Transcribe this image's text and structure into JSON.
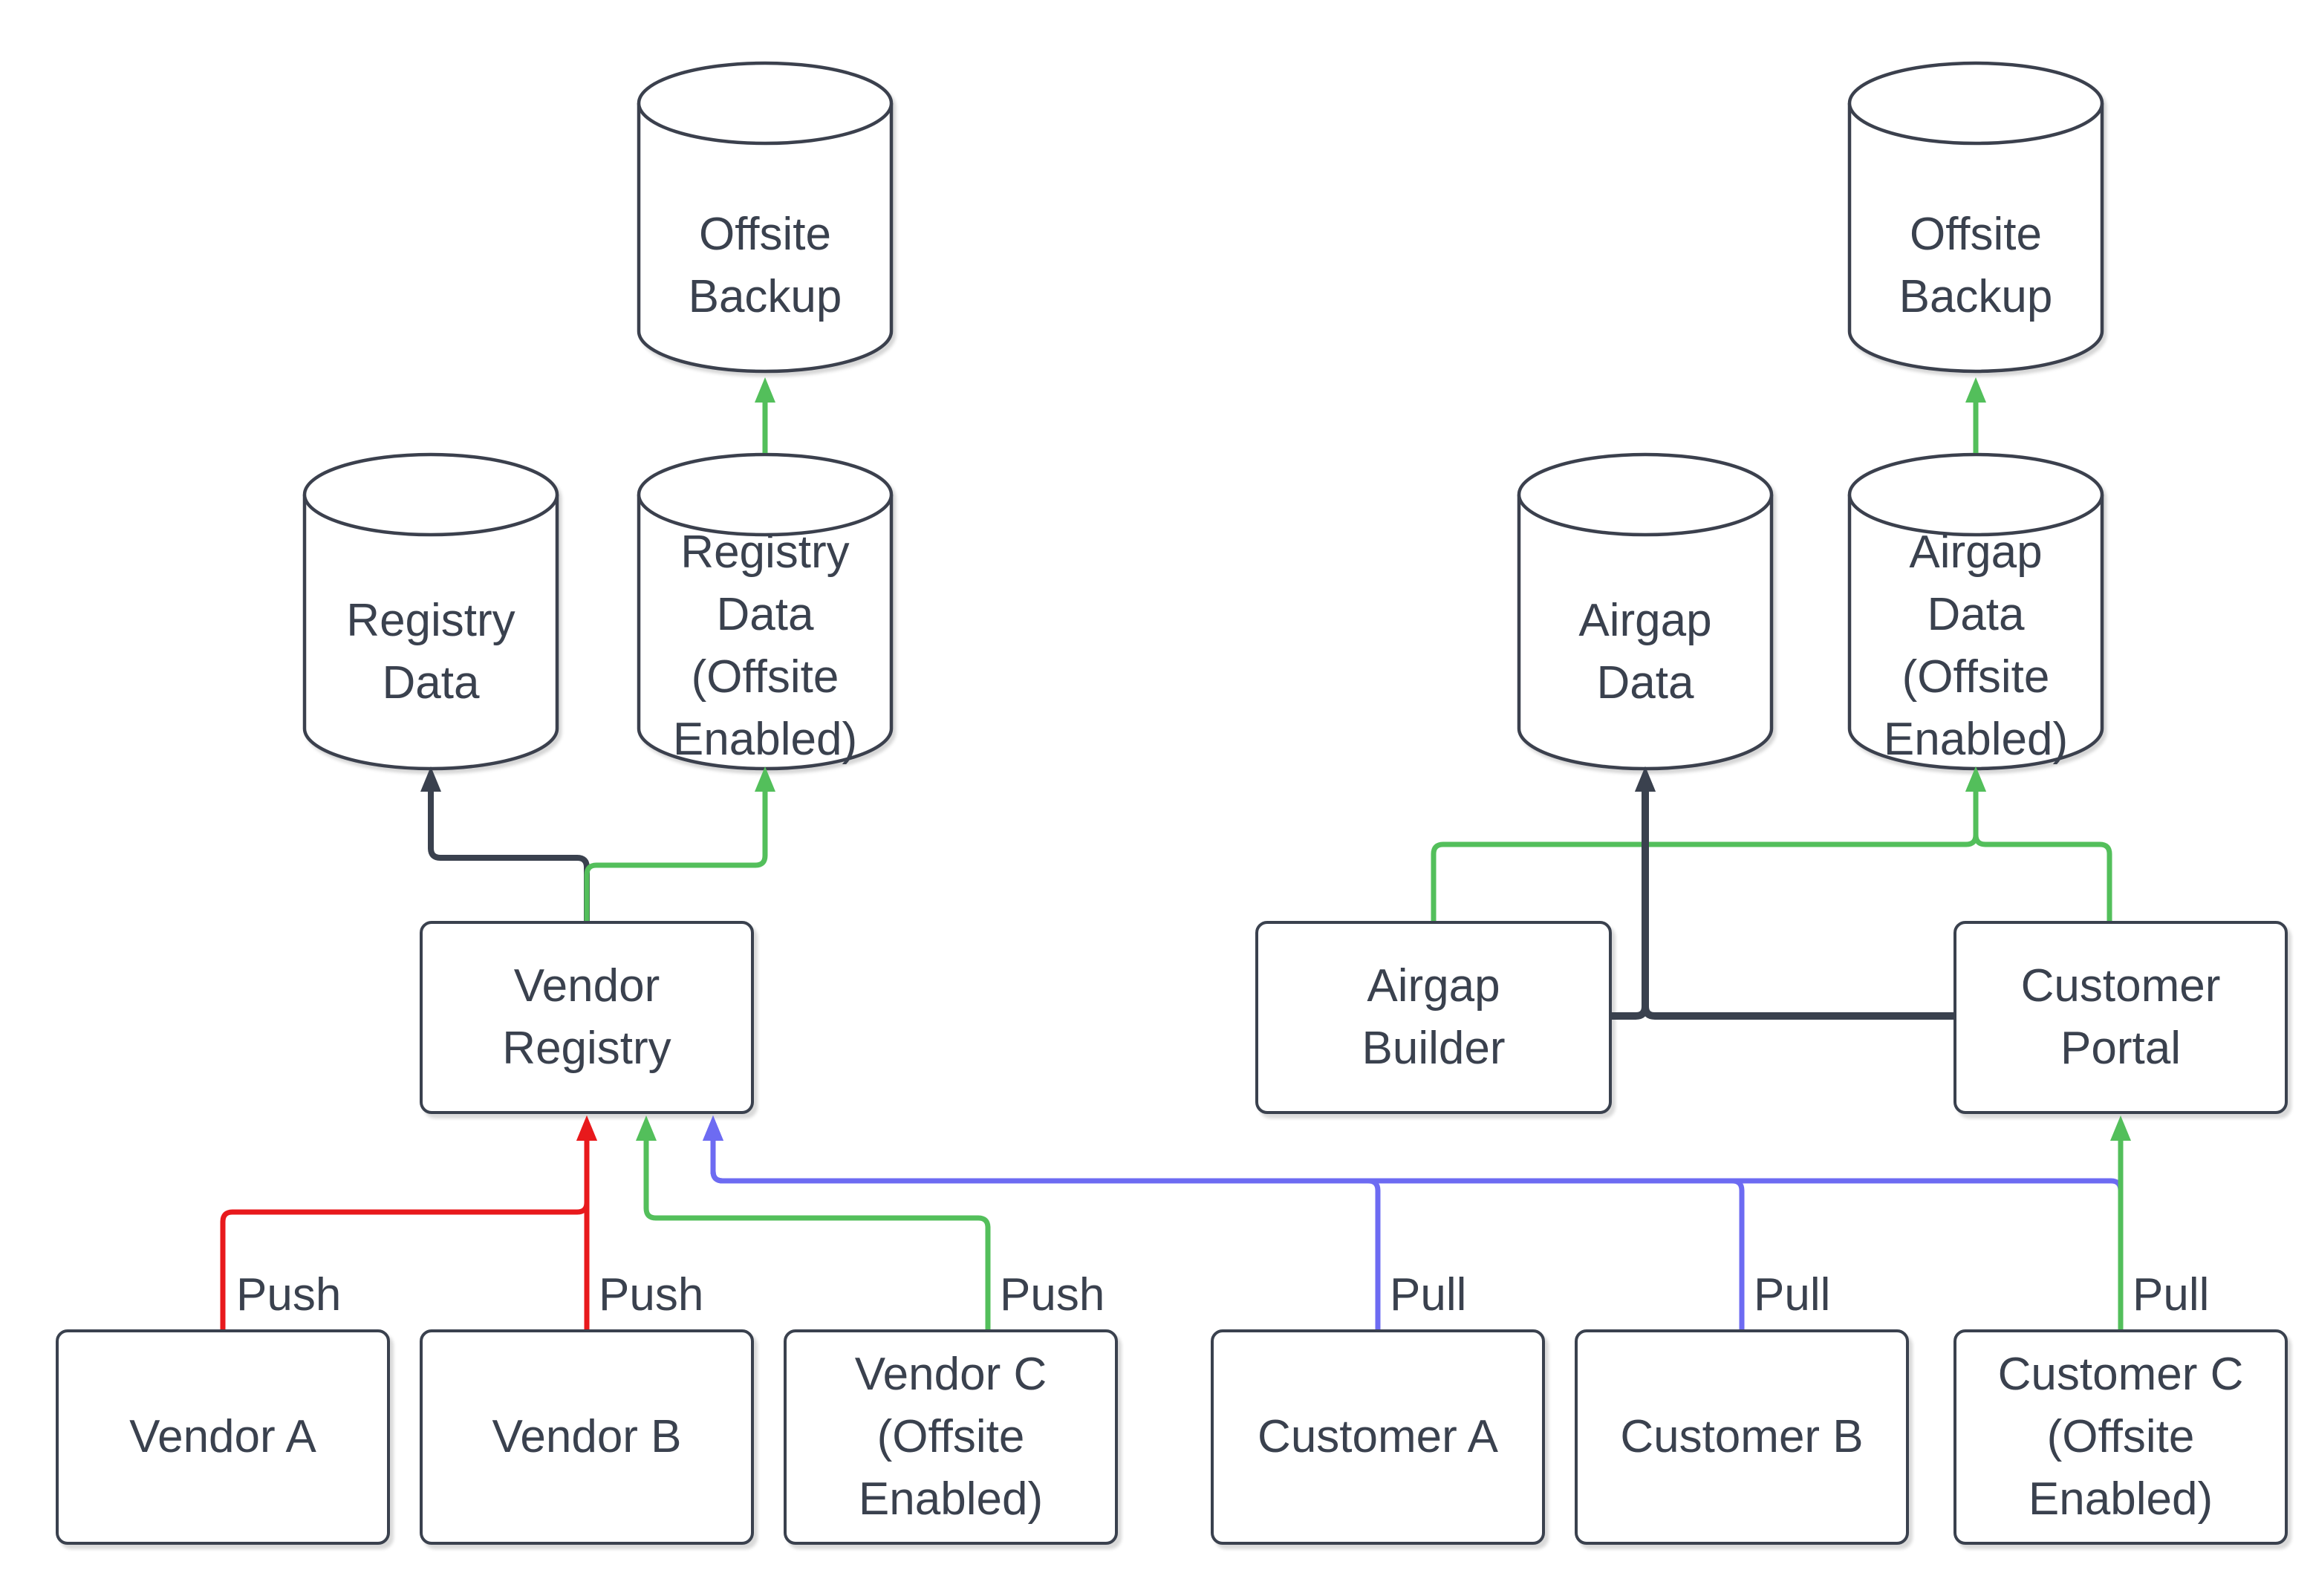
{
  "diagram": {
    "background": "#FFFFFF",
    "colors": {
      "dark": "#3A414E",
      "red": "#E8191C",
      "green": "#53BF5B",
      "blue": "#6D6BF2",
      "text": "#3A414E",
      "fill": "#FFFFFF"
    },
    "nodes": {
      "offsite_backup_left": {
        "label": "Offsite Backup",
        "lines": [
          "Offsite",
          "Backup"
        ],
        "shape": "cylinder"
      },
      "registry_data": {
        "label": "Registry Data",
        "lines": [
          "Registry",
          "Data"
        ],
        "shape": "cylinder"
      },
      "registry_data_offsite": {
        "label": "Registry Data (Offsite Enabled)",
        "lines": [
          "Registry",
          "Data",
          "(Offsite",
          "Enabled)"
        ],
        "shape": "cylinder"
      },
      "vendor_registry": {
        "label": "Vendor Registry",
        "lines": [
          "Vendor",
          "Registry"
        ],
        "shape": "rect"
      },
      "vendor_a": {
        "label": "Vendor A",
        "lines": [
          "Vendor A"
        ],
        "shape": "rect"
      },
      "vendor_b": {
        "label": "Vendor B",
        "lines": [
          "Vendor B"
        ],
        "shape": "rect"
      },
      "vendor_c": {
        "label": "Vendor C (Offsite Enabled)",
        "lines": [
          "Vendor C",
          "(Offsite",
          "Enabled)"
        ],
        "shape": "rect"
      },
      "offsite_backup_right": {
        "label": "Offsite Backup",
        "lines": [
          "Offsite",
          "Backup"
        ],
        "shape": "cylinder"
      },
      "airgap_data": {
        "label": "Airgap Data",
        "lines": [
          "Airgap",
          "Data"
        ],
        "shape": "cylinder"
      },
      "airgap_data_offsite": {
        "label": "Airgap Data (Offsite Enabled)",
        "lines": [
          "Airgap",
          "Data",
          "(Offsite",
          "Enabled)"
        ],
        "shape": "cylinder"
      },
      "airgap_builder": {
        "label": "Airgap Builder",
        "lines": [
          "Airgap",
          "Builder"
        ],
        "shape": "rect"
      },
      "customer_portal": {
        "label": "Customer Portal",
        "lines": [
          "Customer",
          "Portal"
        ],
        "shape": "rect"
      },
      "customer_a": {
        "label": "Customer A",
        "lines": [
          "Customer A"
        ],
        "shape": "rect"
      },
      "customer_b": {
        "label": "Customer B",
        "lines": [
          "Customer B"
        ],
        "shape": "rect"
      },
      "customer_c": {
        "label": "Customer C (Offsite Enabled)",
        "lines": [
          "Customer C",
          "(Offsite",
          "Enabled)"
        ],
        "shape": "rect"
      }
    },
    "edge_labels": [
      {
        "id": "push-vendor-a",
        "text": "Push"
      },
      {
        "id": "push-vendor-b",
        "text": "Push"
      },
      {
        "id": "push-vendor-c",
        "text": "Push"
      },
      {
        "id": "pull-customer-a",
        "text": "Pull"
      },
      {
        "id": "pull-customer-b",
        "text": "Pull"
      },
      {
        "id": "pull-customer-c",
        "text": "Pull"
      }
    ]
  }
}
